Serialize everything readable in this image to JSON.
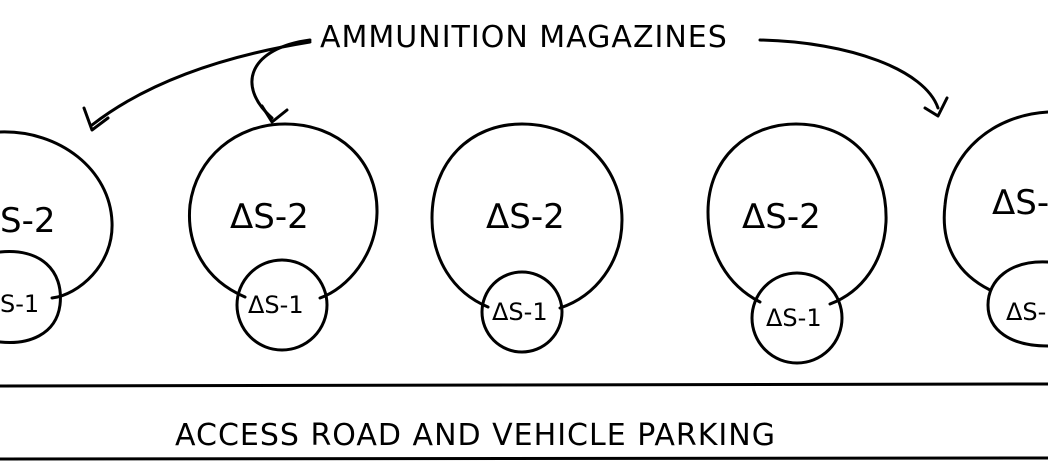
{
  "title": "AMMUNITION MAGAZINES",
  "road_label": "ACCESS ROAD AND VEHICLE PARKING",
  "magazines": [
    {
      "large": "S-2",
      "small": "S-1"
    },
    {
      "large": "ΔS-2",
      "small": "ΔS-1"
    },
    {
      "large": "ΔS-2",
      "small": "ΔS-1"
    },
    {
      "large": "ΔS-2",
      "small": "ΔS-1"
    },
    {
      "large": "ΔS-",
      "small": "ΔS-"
    }
  ]
}
